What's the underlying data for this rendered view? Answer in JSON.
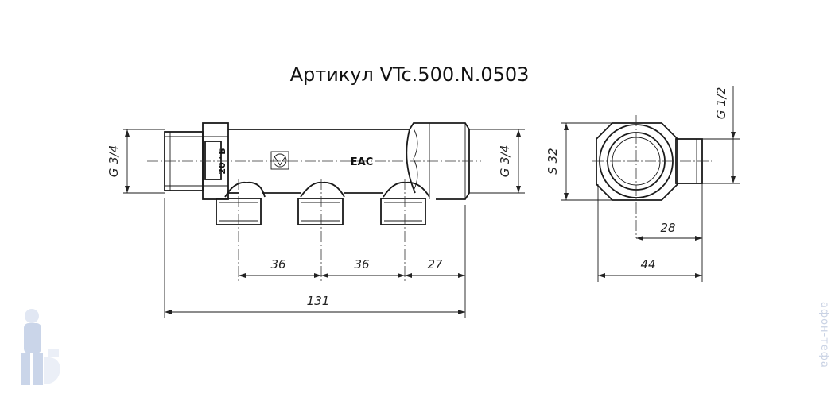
{
  "title": "Артикул VTc.500.N.0503",
  "front_view": {
    "thread_left": "G 3/4",
    "thread_right": "G 3/4",
    "body_mark": "20 \"Б",
    "cert_mark": "EAC",
    "dims": {
      "spacing_1": "36",
      "spacing_2": "36",
      "end_offset": "27",
      "total_length": "131"
    }
  },
  "side_view": {
    "hex_size": "S 32",
    "outlet_thread": "G 1/2",
    "dims": {
      "outlet_depth": "28",
      "total_depth": "44"
    }
  },
  "watermark": "aфон-тефа"
}
